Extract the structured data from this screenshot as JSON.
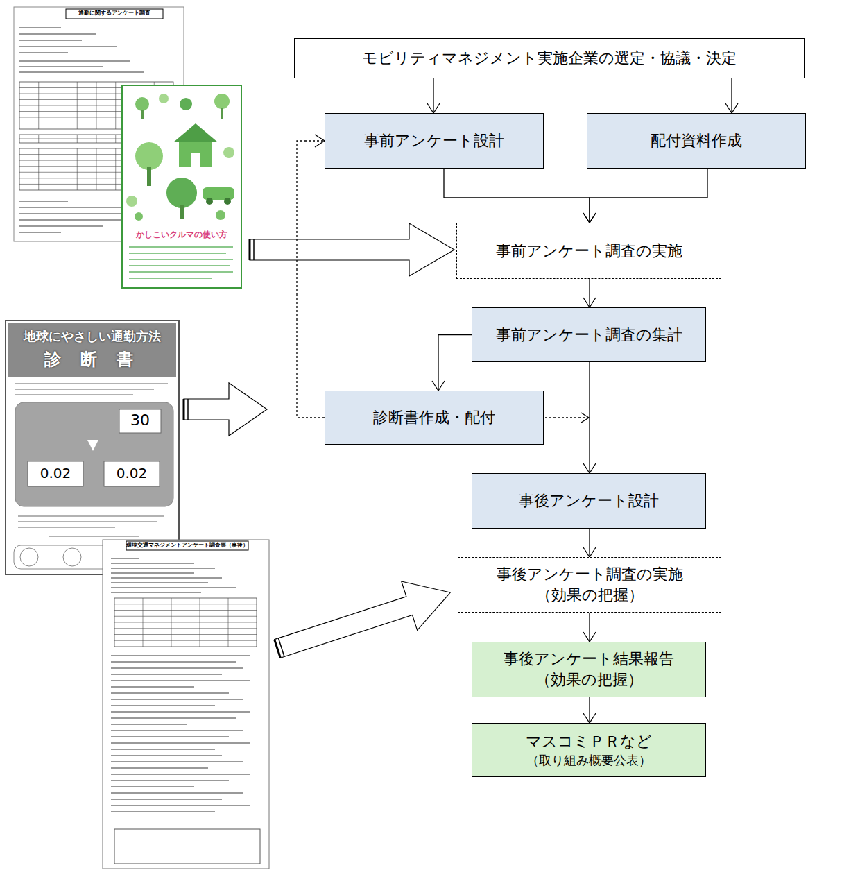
{
  "diagram": {
    "nodes": [
      {
        "text": [
          "モビリティマネジメント実施企業の選定・協議・決定"
        ]
      },
      {
        "text": [
          "事前アンケート設計"
        ]
      },
      {
        "text": [
          "配付資料作成"
        ]
      },
      {
        "text": [
          "事前アンケート調査の実施"
        ]
      },
      {
        "text": [
          "事前アンケート調査の集計"
        ]
      },
      {
        "text": [
          "診断書作成・配付"
        ]
      },
      {
        "text": [
          "事後アンケート設計"
        ]
      },
      {
        "text": [
          "事後アンケート調査の実施",
          "（効果の把握）"
        ]
      },
      {
        "text": [
          "事後アンケート結果報告",
          "（効果の把握）"
        ]
      },
      {
        "text": [
          "マスコミＰＲなど",
          "（取り組み概要公表）"
        ]
      }
    ],
    "edges": [
      {
        "from": 0,
        "to": 1,
        "arrow": "to"
      },
      {
        "from": 0,
        "to": 2,
        "arrow": "to"
      },
      {
        "from": 1,
        "to": 3,
        "arrow": "to"
      },
      {
        "from": 2,
        "to": 3,
        "arrow": "to"
      },
      {
        "from": 3,
        "to": 4,
        "arrow": "to"
      },
      {
        "from": 4,
        "to": 5,
        "arrow": "to"
      },
      {
        "from": 5,
        "to": 1,
        "arrow": "to"
      },
      {
        "from": 4,
        "to": 6,
        "arrow": "to"
      },
      {
        "from": 6,
        "to": 7,
        "arrow": "to"
      },
      {
        "from": 7,
        "to": 8,
        "arrow": "to"
      },
      {
        "from": 8,
        "to": 9,
        "arrow": "to"
      }
    ],
    "labels": [
      "通勤に関するアンケート調査",
      "かしこいクルマの使い方",
      "地球にやさしい通勤方法",
      "診 断 書",
      "30",
      "0.02",
      "0.02",
      "環境交通マネジメントアンケート調査票（事後）"
    ]
  }
}
